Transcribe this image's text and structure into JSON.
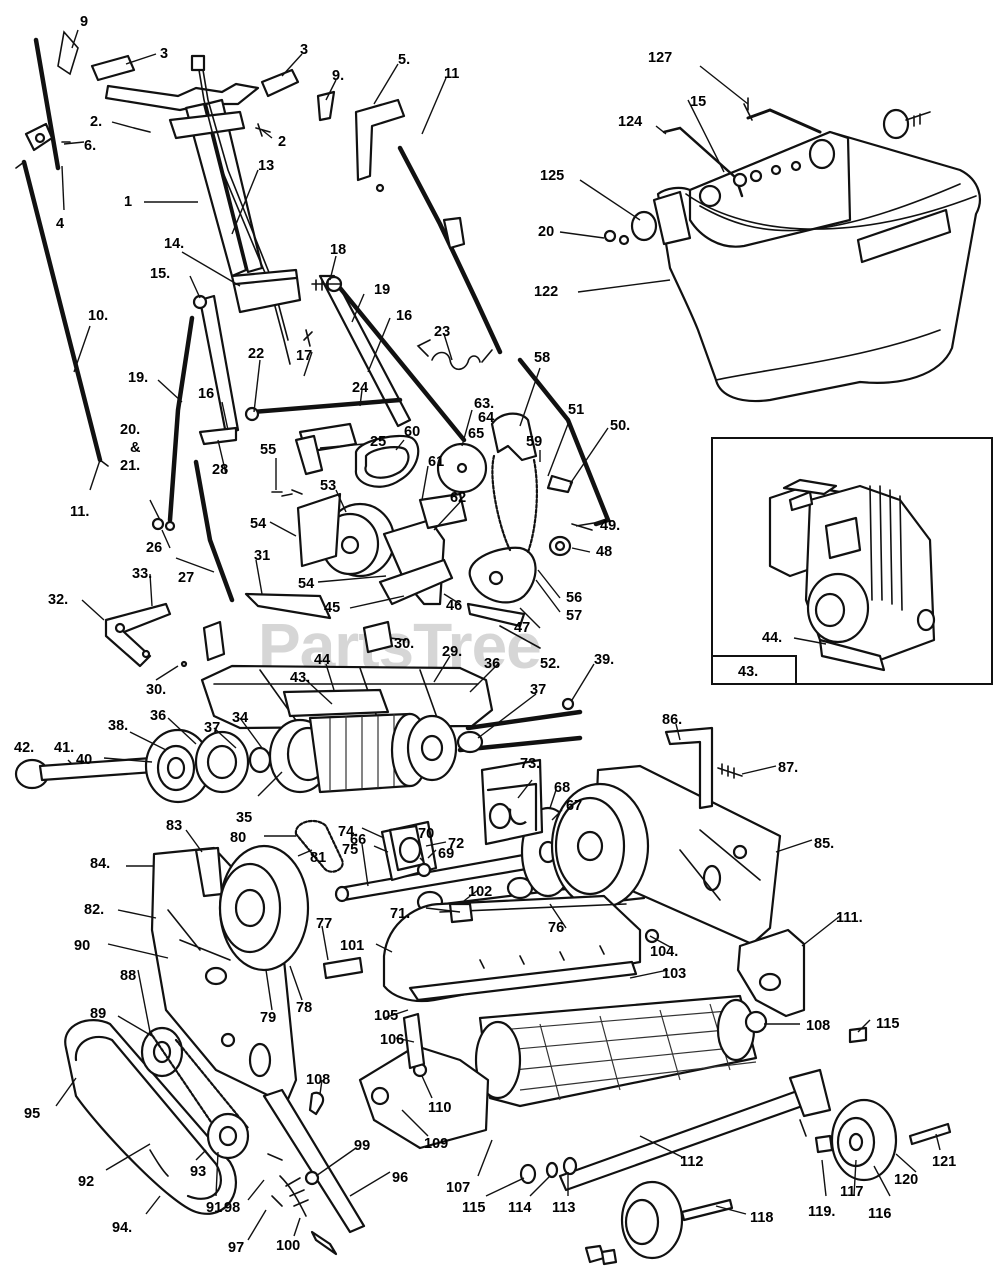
{
  "watermark": {
    "text": "PartsTree",
    "trademark": "TM"
  },
  "inset": {
    "label": "43."
  },
  "callouts": [
    "9",
    "3",
    "3",
    "9.",
    "5.",
    "11",
    "2.",
    "2",
    "6.",
    "4",
    "13",
    "1",
    "14.",
    "18",
    "15.",
    "10.",
    "19",
    "16",
    "17",
    "22",
    "23",
    "19.",
    "16",
    "24",
    "25",
    "63.",
    "64",
    "65",
    "58",
    "60",
    "59",
    "51",
    "50.",
    "55",
    "53",
    "61",
    "62",
    "54",
    "54",
    "20.",
    "&",
    "21.",
    "11.",
    "26",
    "28",
    "31",
    "27",
    "45",
    "46",
    "47",
    "56",
    "57",
    "48",
    "49.",
    "33.",
    "32.",
    "30.",
    "30.",
    "29.",
    "36",
    "52.",
    "39.",
    "44",
    "43.",
    "37",
    "38.",
    "36",
    "37",
    "34",
    "35",
    "42.",
    "41.",
    "40",
    "86.",
    "87.",
    "73.",
    "68",
    "74.",
    "75",
    "72",
    "70",
    "69",
    "67",
    "85.",
    "83",
    "80",
    "81",
    "84.",
    "66",
    "82.",
    "71.",
    "102",
    "76",
    "77",
    "90",
    "101",
    "104.",
    "111.",
    "103",
    "88",
    "78",
    "79",
    "105",
    "106",
    "108",
    "115",
    "89",
    "110",
    "109",
    "108",
    "95",
    "99",
    "96",
    "107",
    "115",
    "114",
    "113",
    "112",
    "92",
    "94.",
    "93",
    "91",
    "98",
    "97",
    "100",
    "118",
    "119.",
    "117",
    "116",
    "120",
    "121",
    "127",
    "15",
    "124",
    "125",
    "20",
    "122",
    "44."
  ]
}
